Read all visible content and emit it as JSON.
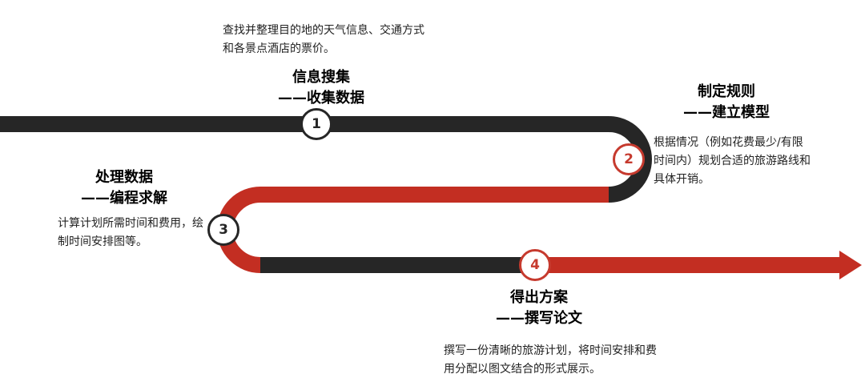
{
  "colors": {
    "dark_road": "#262626",
    "red_road": "#c32e22",
    "node_dark": "#262626",
    "node_red": "#c63a2e"
  },
  "steps": [
    {
      "number": "1",
      "title": "信息搜集",
      "subtitle": "——收集数据",
      "description": "查找并整理目的地的天气信息、交通方式和各景点酒店的票价。"
    },
    {
      "number": "2",
      "title": "制定规则",
      "subtitle": "——建立模型",
      "description": "根据情况（例如花费最少/有限时间内）规划合适的旅游路线和具体开销。"
    },
    {
      "number": "3",
      "title": "处理数据",
      "subtitle": "——编程求解",
      "description": "计算计划所需时间和费用，绘制时间安排图等。"
    },
    {
      "number": "4",
      "title": "得出方案",
      "subtitle": "——撰写论文",
      "description": "撰写一份清晰的旅游计划，将时间安排和费用分配以图文结合的形式展示。"
    }
  ]
}
